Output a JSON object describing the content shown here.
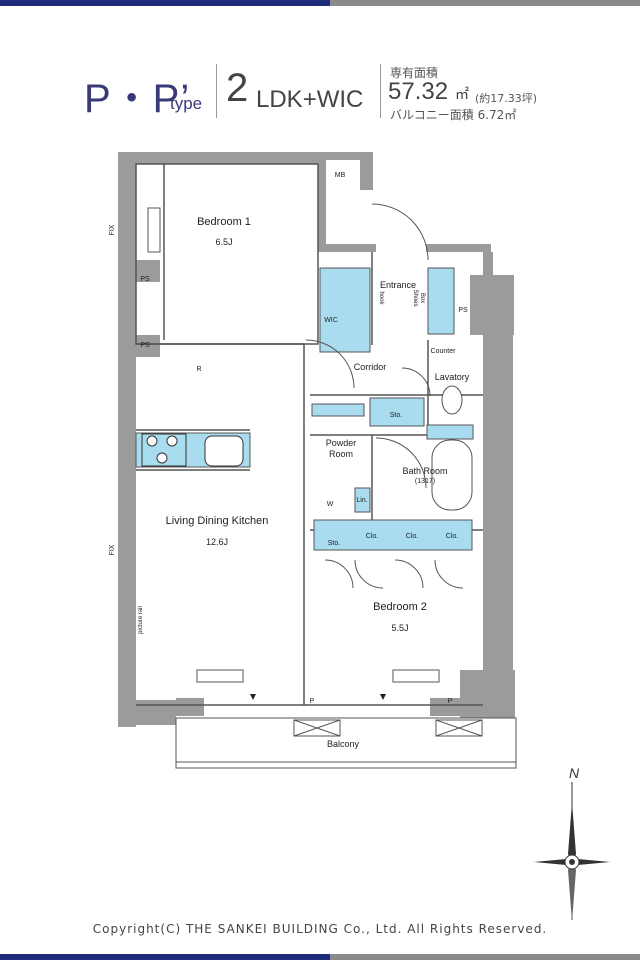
{
  "header": {
    "type_name": "P・P’",
    "type_suffix": "type",
    "layout_number": "2",
    "layout_suffix": "LDK+WIC",
    "area_label": "専有面積",
    "area_value": "57.32",
    "area_unit": "㎡",
    "area_tsubo": "(約17.33坪)",
    "balcony_area": "バルコニー面積 6.72㎡"
  },
  "rooms": {
    "bedroom1_name": "Bedroom 1",
    "bedroom1_size": "6.5J",
    "ldk_name": "Living Dining Kitchen",
    "ldk_size": "12.6J",
    "bedroom2_name": "Bedroom 2",
    "bedroom2_size": "5.5J",
    "bathroom_name": "Bath Room",
    "bathroom_size": "(1317)",
    "powder_name_1": "Powder",
    "powder_name_2": "Room",
    "lavatory": "Lavatory",
    "corridor": "Corridor",
    "entrance": "Entrance",
    "balcony": "Balcony",
    "wic": "WIC",
    "mb": "MB",
    "ps": "PS",
    "ps_right": "PS",
    "counter": "Counter",
    "sto": "Sto.",
    "clo": "Clo.",
    "lin": "Lin.",
    "w": "W",
    "r": "R",
    "fix": "FIX",
    "hook": "hook",
    "shoes_box_1": "Shoes",
    "shoes_box_2": "Box",
    "picture_rail": "picture rail",
    "p": "P"
  },
  "compass": {
    "north": "N"
  },
  "colors": {
    "fixture_blue": "#a9dcee",
    "wall": "#9b9b9b"
  },
  "footer": {
    "copyright": "Copyright(C) THE SANKEI BUILDING Co., Ltd. All Rights Reserved."
  }
}
